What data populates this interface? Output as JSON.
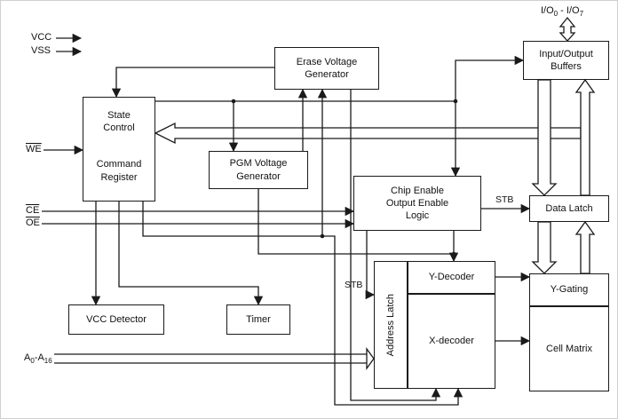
{
  "blocks": {
    "state_control_top": "State Control",
    "state_control_bottom": "Command Register",
    "erase_gen": "Erase Voltage Generator",
    "pgm_gen": "PGM Voltage Generator",
    "chip_enable": "Chip Enable Output Enable Logic",
    "io_buffers": "Input/Output Buffers",
    "data_latch": "Data Latch",
    "y_gating": "Y-Gating",
    "cell_matrix": "Cell Matrix",
    "y_decoder": "Y-Decoder",
    "x_decoder": "X-decoder",
    "address_latch": "Address Latch",
    "vcc_detector": "VCC Detector",
    "timer": "Timer"
  },
  "signals": {
    "vcc": "VCC",
    "vss": "VSS",
    "we": "WE",
    "ce": "CE",
    "oe": "OE",
    "stb": "STB",
    "address_bus": {
      "prefix": "A",
      "sub_low": "0",
      "mid": "-A",
      "sub_high": "16"
    },
    "io_bus": {
      "prefix": "I/O",
      "sub_low": "0",
      "mid": " - I/O",
      "sub_high": "7"
    }
  },
  "colors": {
    "line": "#1a1a1a",
    "box_fill": "#ffffff",
    "background": "#ffffff"
  }
}
